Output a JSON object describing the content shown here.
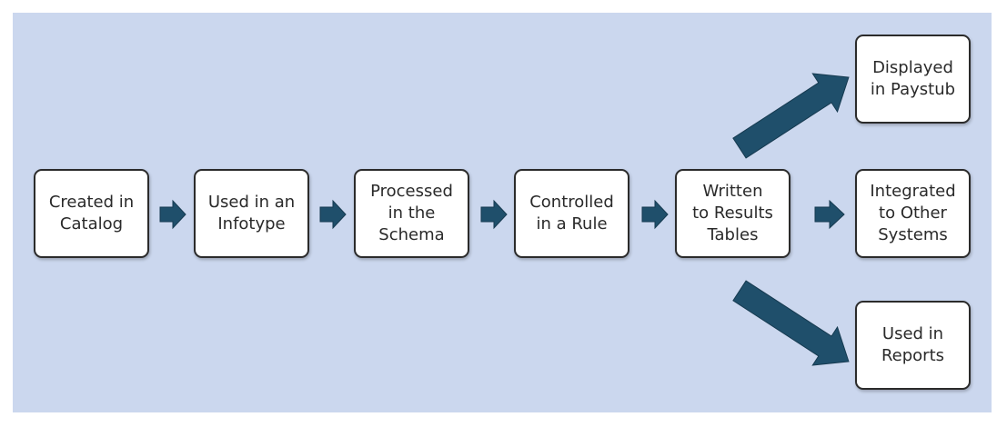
{
  "colors": {
    "background": "#cbd7ee",
    "box_fill": "#ffffff",
    "box_border": "#2b2b2b",
    "text": "#2a2a2a",
    "arrow": "#1f4f6b"
  },
  "nodes": {
    "catalog": "Created in\nCatalog",
    "infotype": "Used in an\nInfotype",
    "schema": "Processed\nin the\nSchema",
    "rule": "Controlled\nin a Rule",
    "results": "Written\nto Results\nTables",
    "paystub": "Displayed\nin Paystub",
    "integrated": "Integrated\nto Other\nSystems",
    "reports": "Used in\nReports"
  }
}
